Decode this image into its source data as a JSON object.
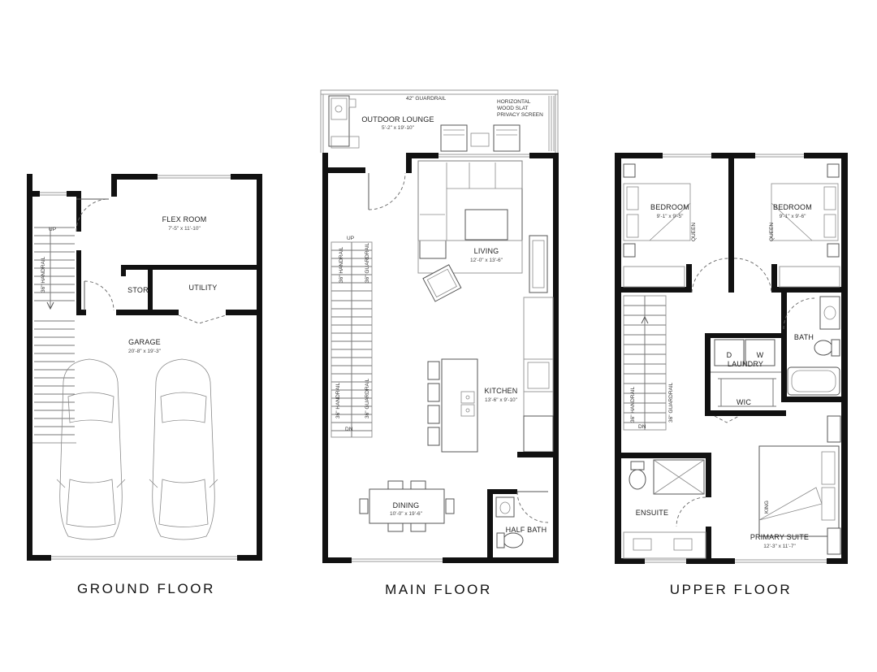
{
  "floors": [
    {
      "title": "GROUND FLOOR",
      "rooms": [
        {
          "name": "FLEX ROOM",
          "dims": "7'-5\" x 11'-10\""
        },
        {
          "name": "STOR"
        },
        {
          "name": "UTILITY"
        },
        {
          "name": "GARAGE",
          "dims": "20'-8\" x 19'-3\""
        }
      ],
      "stair": {
        "up": "UP",
        "handrail": "36\" HANDRAIL"
      }
    },
    {
      "title": "MAIN FLOOR",
      "rooms": [
        {
          "name": "OUTDOOR LOUNGE",
          "dims": "5'-2\" x 19'-10\""
        },
        {
          "name": "LIVING",
          "dims": "12'-0\" x 13'-6\""
        },
        {
          "name": "KITCHEN",
          "dims": "13'-6\" x 9'-10\""
        },
        {
          "name": "DINING",
          "dims": "10'-0\" x 19'-6\""
        },
        {
          "name": "HALF BATH"
        }
      ],
      "notes": {
        "guardrail": "42\" GUARDRAIL",
        "privacy": [
          "HORIZONTAL",
          "WOOD SLAT",
          "PRIVACY SCREEN"
        ]
      },
      "stair": {
        "up": "UP",
        "dn": "DN",
        "handrail_top": "36\" HANDRAIL",
        "guardrail_top": "36\" GUARDRAIL",
        "handrail_bottom": "36\" HANDRAIL",
        "guardrail_bottom": "36\" GUARDRAIL"
      }
    },
    {
      "title": "UPPER FLOOR",
      "rooms": [
        {
          "name": "BEDROOM",
          "dims": "9'-1\" x 9'-5\""
        },
        {
          "name": "BEDROOM",
          "dims": "9'-1\" x 9'-6\""
        },
        {
          "name": "BATH"
        },
        {
          "name": "LAUNDRY"
        },
        {
          "name": "WIC"
        },
        {
          "name": "ENSUITE"
        },
        {
          "name": "PRIMARY SUITE",
          "dims": "12'-3\" x 11'-7\""
        }
      ],
      "appliances": {
        "dryer": "D",
        "washer": "W"
      },
      "beds": {
        "queen": "QUEEN",
        "king": "KING"
      },
      "stair": {
        "dn": "DN",
        "handrail": "36\" HANDRAIL",
        "guardrail": "36\" GUARDRAIL"
      }
    }
  ]
}
